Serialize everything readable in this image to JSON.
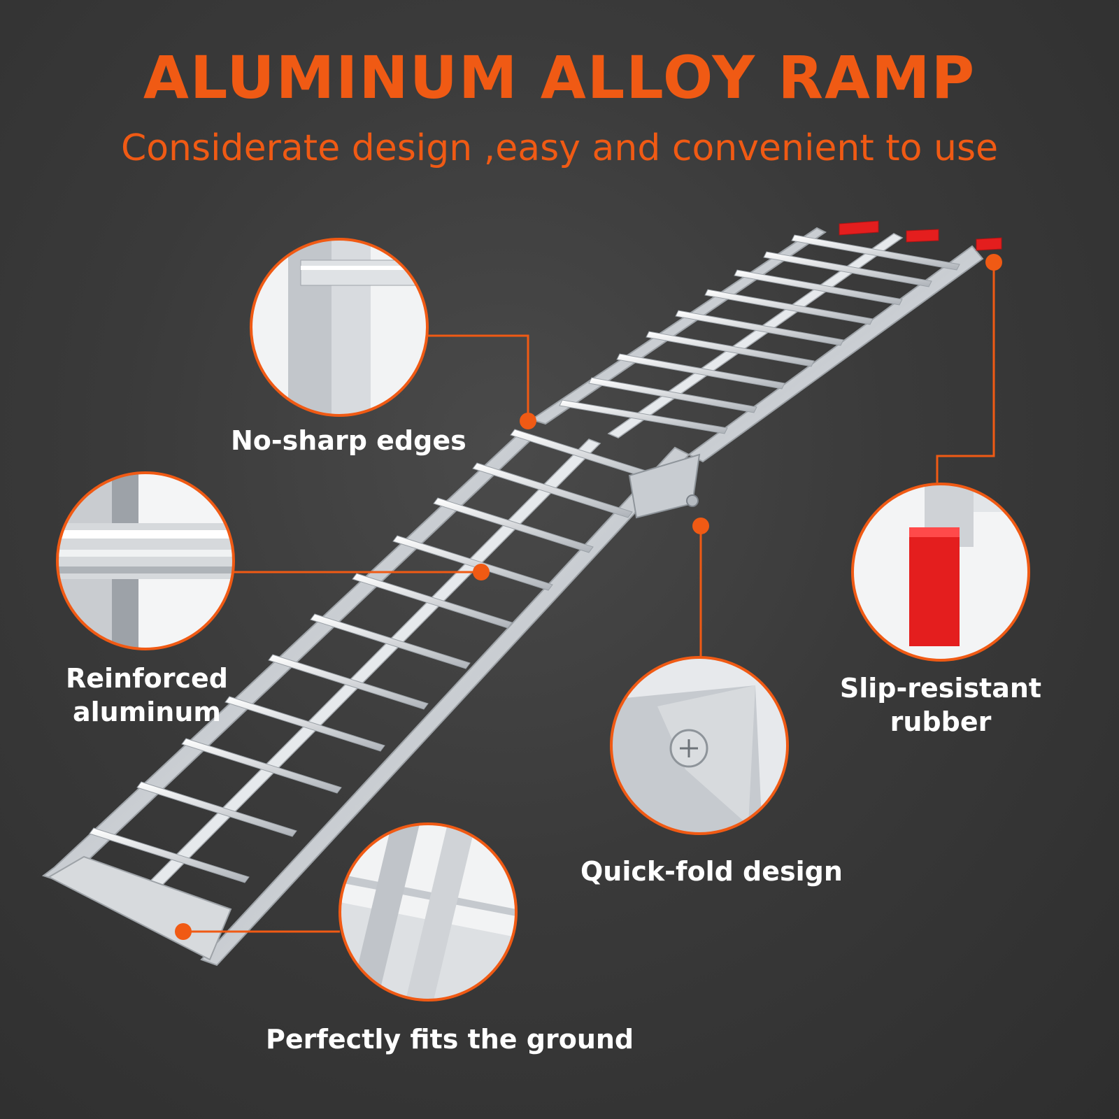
{
  "header": {
    "title": "ALUMINUM ALLOY RAMP",
    "subtitle": "Considerate design ,easy and convenient to use"
  },
  "colors": {
    "accent": "#f05a14",
    "background": "#3a3a3a",
    "aluminum": "#d9dde2",
    "rubber_tip": "#e41e1e"
  },
  "features": [
    {
      "label": "No-sharp edges"
    },
    {
      "label": "Reinforced aluminum",
      "lines": [
        "Reinforced",
        "aluminum"
      ]
    },
    {
      "label": "Perfectly fits the ground"
    },
    {
      "label": "Quick-fold design"
    },
    {
      "label": "Slip-resistant rubber",
      "lines": [
        "Slip-resistant",
        "rubber"
      ]
    }
  ]
}
